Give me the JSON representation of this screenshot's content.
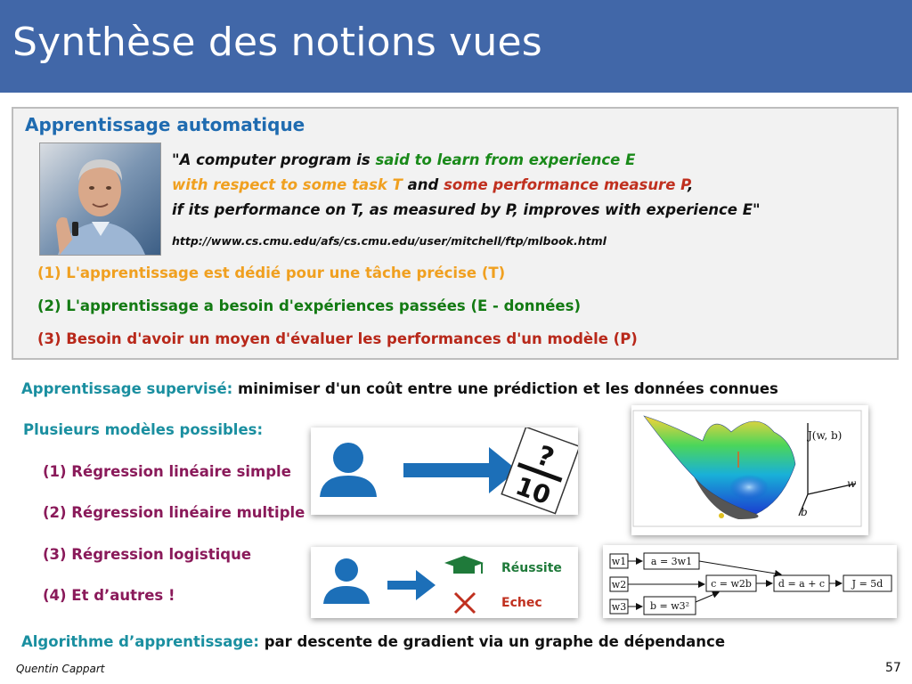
{
  "slide": {
    "title": "Synthèse des notions vues",
    "page_number": "57",
    "author": "Quentin Cappart"
  },
  "ml_box": {
    "heading": "Apprentissage automatique",
    "quote": {
      "line1_a": "\"A computer program is ",
      "line1_b": "said to learn from experience E",
      "line2_a": "with respect to some task T",
      "line2_b": " and ",
      "line2_c": "some performance measure P",
      "line2_d": ",",
      "line3": "if its performance on T, as measured by P, improves with experience E\""
    },
    "url": "http://www.cs.cmu.edu/afs/cs.cmu.edu/user/mitchell/ftp/mlbook.html",
    "points": [
      {
        "label": "(1) L'apprentissage est dédié pour une tâche précise (T)",
        "color": "#f0a020"
      },
      {
        "label": "(2) L'apprentissage a besoin d'expériences passées (E - données)",
        "color": "#137a13"
      },
      {
        "label": "(3) Besoin d'avoir un moyen d'évaluer les performances d'un modèle (P)",
        "color": "#b8281a"
      }
    ]
  },
  "supervised": {
    "label": "Apprentissage supervisé:",
    "text": " minimiser d'un coût entre une prédiction et les données connues"
  },
  "models": {
    "heading": "Plusieurs modèles possibles:",
    "items": [
      "(1) Régression linéaire simple",
      "(2) Régression linéaire multiple",
      "(3) Régression logistique",
      "(4) Et d’autres !"
    ]
  },
  "illustrations": {
    "score_card": {
      "numerator": "?",
      "denominator": "10"
    },
    "classification_card": {
      "success": "Réussite",
      "failure": "Echec"
    },
    "surface_plot": {
      "z_label": "J(w, b)",
      "x_label": "w",
      "y_label": "b"
    },
    "graph": {
      "inputs": [
        "w1",
        "w2",
        "w3"
      ],
      "nodes": [
        "a = 3w1",
        "b = w3²",
        "c = w2b",
        "d = a + c",
        "J = 5d"
      ]
    }
  },
  "algorithm": {
    "label": "Algorithme d’apprentissage:",
    "text": " par descente de gradient via un graphe de dépendance"
  },
  "colors": {
    "title_bar": "#4167a8",
    "heading_blue": "#1f6bb0",
    "quote_green": "#1a8a1a",
    "quote_orange": "#f0a020",
    "quote_red": "#c0301f",
    "teal": "#1a8fa0",
    "plum": "#8a1a5a",
    "icon_blue": "#1c6fb8"
  }
}
